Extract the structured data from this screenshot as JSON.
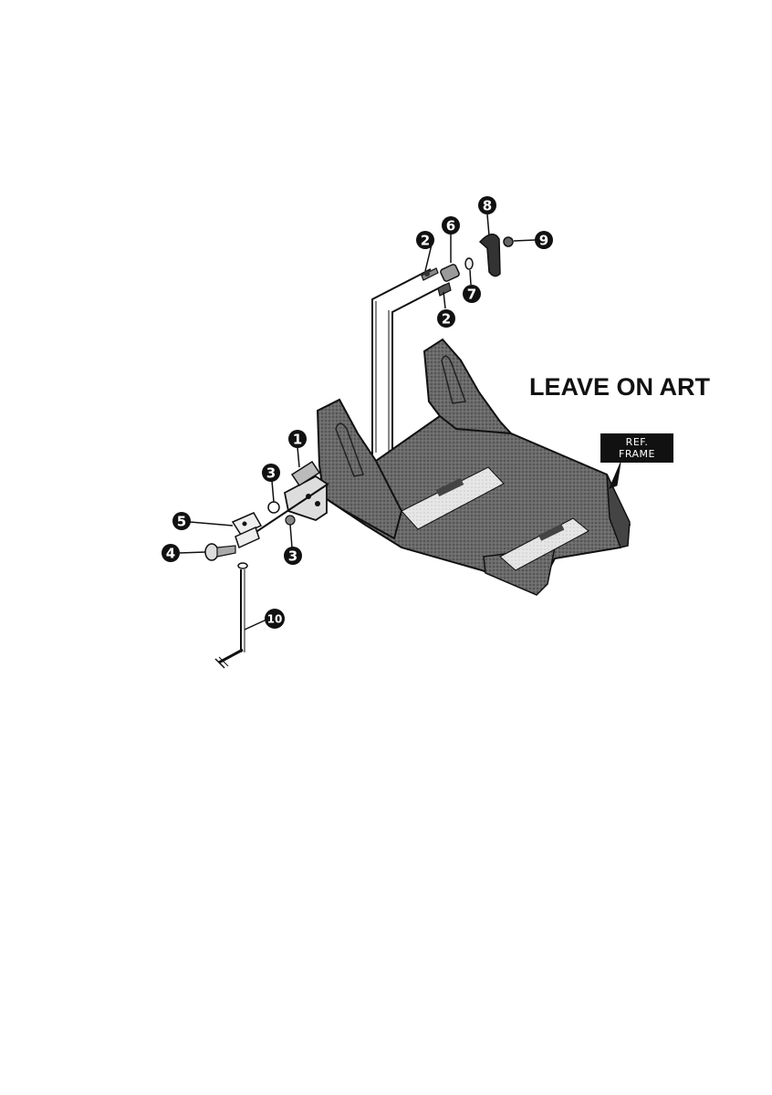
{
  "diagram": {
    "art_label": "LEAVE ON ART",
    "reference_label": {
      "line1": "REF.",
      "line2": "FRAME"
    },
    "callouts": [
      "1",
      "2",
      "2",
      "3",
      "3",
      "4",
      "5",
      "6",
      "7",
      "8",
      "9",
      "10"
    ]
  },
  "colors": {
    "ink": "#111111",
    "frame_shade": "#5a5a5a",
    "panel_light": "#dcdcdc",
    "paper": "#ffffff"
  }
}
